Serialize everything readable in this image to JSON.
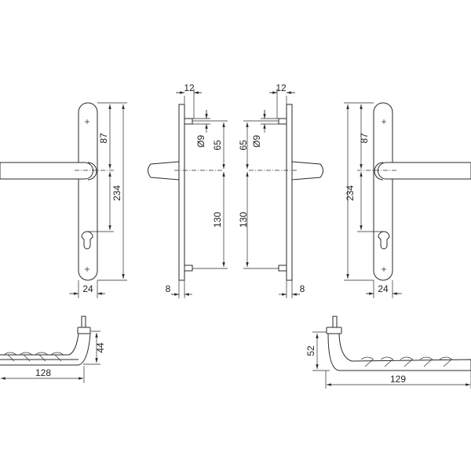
{
  "drawing": {
    "line_color": "#2a2a2a",
    "dimensions": {
      "left_front": {
        "upper_spacing": "87",
        "total_height": "234",
        "width": "24"
      },
      "left_side": {
        "pin_offset": "12",
        "pin_diameter": "Ø9",
        "upper_spacing": "65",
        "lower_spacing": "130",
        "thickness": "8"
      },
      "right_side": {
        "pin_offset": "12",
        "pin_diameter": "Ø9",
        "upper_spacing": "65",
        "lower_spacing": "130",
        "thickness": "8"
      },
      "right_front": {
        "upper_spacing": "87",
        "total_height": "234",
        "width": "24"
      },
      "left_lever": {
        "height": "44",
        "length": "128"
      },
      "right_lever": {
        "height": "52",
        "length": "129"
      }
    }
  }
}
